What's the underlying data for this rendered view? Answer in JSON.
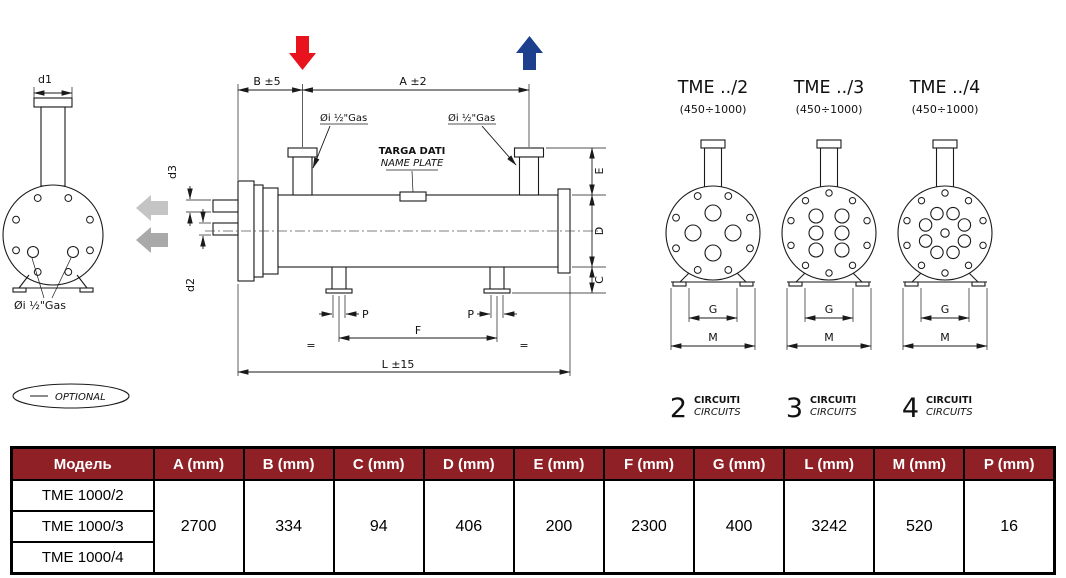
{
  "colors": {
    "header_bg": "#8e2026",
    "header_text": "#ffffff",
    "inlet_arrow": "#e8131d",
    "outlet_arrow": "#1c3f8e"
  },
  "diagram": {
    "front_view": {
      "d1_label": "d1",
      "gas_label": "Øi ½\"Gas"
    },
    "side_view": {
      "b_label": "B ±5",
      "a_label": "A ±2",
      "gas_label_left": "Øi ½\"Gas",
      "gas_label_right": "Øi ½\"Gas",
      "nameplate_line1": "TARGA DATI",
      "nameplate_line2": "NAME PLATE",
      "d3_label": "d3",
      "d2_label": "d2",
      "e_label": "E",
      "d_label": "D",
      "c_label": "C",
      "p_label_left": "P",
      "p_label_right": "P",
      "f_label": "F",
      "l_label": "L ±15",
      "equal_left": "=",
      "equal_right": "="
    },
    "end_views": [
      {
        "title": "TME ../2",
        "range": "(450÷1000)",
        "g_label": "G",
        "m_label": "M",
        "circuits_count": "2",
        "circuits_line1": "CIRCUITI",
        "circuits_line2": "CIRCUITS"
      },
      {
        "title": "TME ../3",
        "range": "(450÷1000)",
        "g_label": "G",
        "m_label": "M",
        "circuits_count": "3",
        "circuits_line1": "CIRCUITI",
        "circuits_line2": "CIRCUITS"
      },
      {
        "title": "TME ../4",
        "range": "(450÷1000)",
        "g_label": "G",
        "m_label": "M",
        "circuits_count": "4",
        "circuits_line1": "CIRCUITI",
        "circuits_line2": "CIRCUITS"
      }
    ],
    "legend": {
      "optional_label": "OPTIONAL"
    }
  },
  "table": {
    "headers": [
      "Модель",
      "A (mm)",
      "B (mm)",
      "C (mm)",
      "D (mm)",
      "E (mm)",
      "F (mm)",
      "G (mm)",
      "L (mm)",
      "M (mm)",
      "P (mm)"
    ],
    "models": [
      "TME 1000/2",
      "TME 1000/3",
      "TME 1000/4"
    ],
    "values": [
      "2700",
      "334",
      "94",
      "406",
      "200",
      "2300",
      "400",
      "3242",
      "520",
      "16"
    ]
  }
}
